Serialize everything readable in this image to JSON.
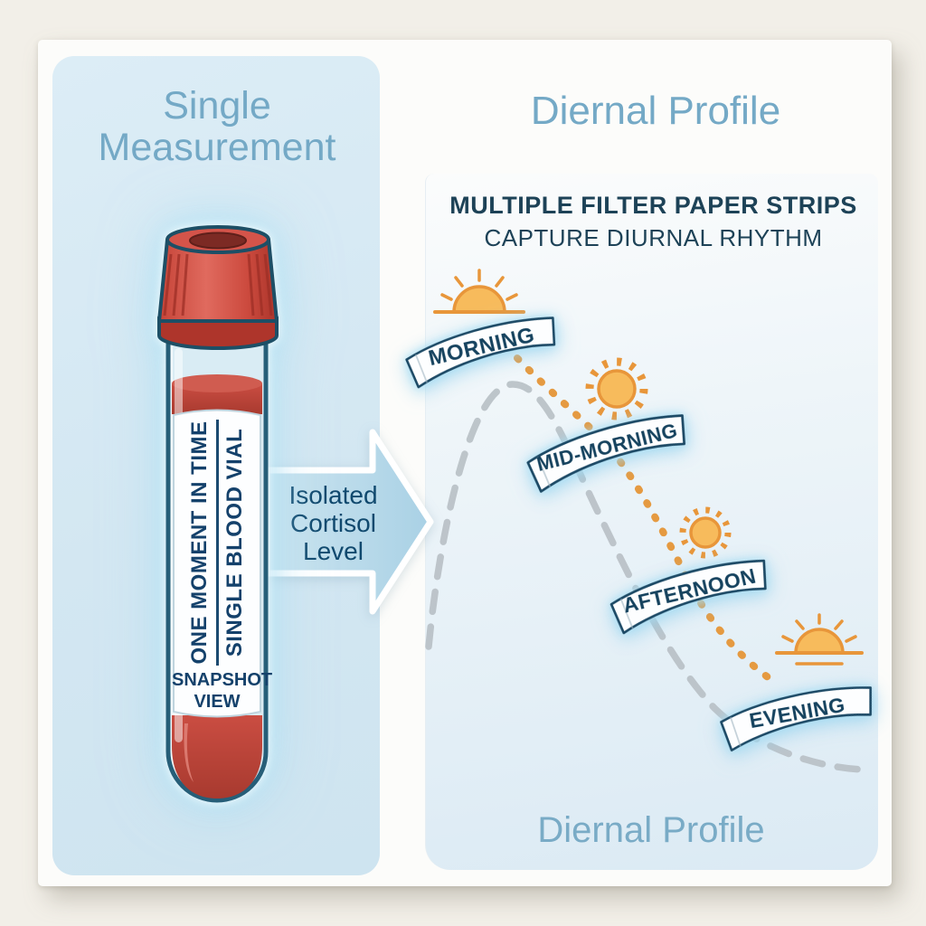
{
  "left_panel": {
    "title_line1": "Single",
    "title_line2": "Measurement",
    "vial_label_top": "ONE MOMENT IN TIME",
    "vial_label_bottom": "SINGLE BLOOD VIAL",
    "vial_snapshot_line1": "SNAPSHOT",
    "vial_snapshot_line2": "VIEW"
  },
  "arrow": {
    "line1": "Isolated",
    "line2": "Cortisol",
    "line3": "Level"
  },
  "right_panel": {
    "title": "Diernal Profile",
    "subtitle_line1": "MULTIPLE FILTER PAPER STRIPS",
    "subtitle_line2": "CAPTURE DIURNAL RHYTHM",
    "strips": [
      {
        "label": "MORNING",
        "icon": "sunrise-icon"
      },
      {
        "label": "MID-MORNING",
        "icon": "sun-icon"
      },
      {
        "label": "AFTERNOON",
        "icon": "sun-icon"
      },
      {
        "label": "EVENING",
        "icon": "sunset-icon"
      }
    ],
    "footer": "Diernal Profile"
  },
  "colors": {
    "background": "#f2efe8",
    "card": "#fcfcfa",
    "panel_blue": "#d6e9f3",
    "accent_blue_title": "#74a9c6",
    "navy_text": "#1d4257",
    "arrow_fill": "#b7d9e9",
    "cap_red": "#cf4a40",
    "blood_red": "#b6453a",
    "sun_orange": "#f7bb5c",
    "sun_outline_orange": "#e8963a",
    "dotted_line_orange": "#e59a41",
    "curve_gray": "#b9c0c5"
  }
}
